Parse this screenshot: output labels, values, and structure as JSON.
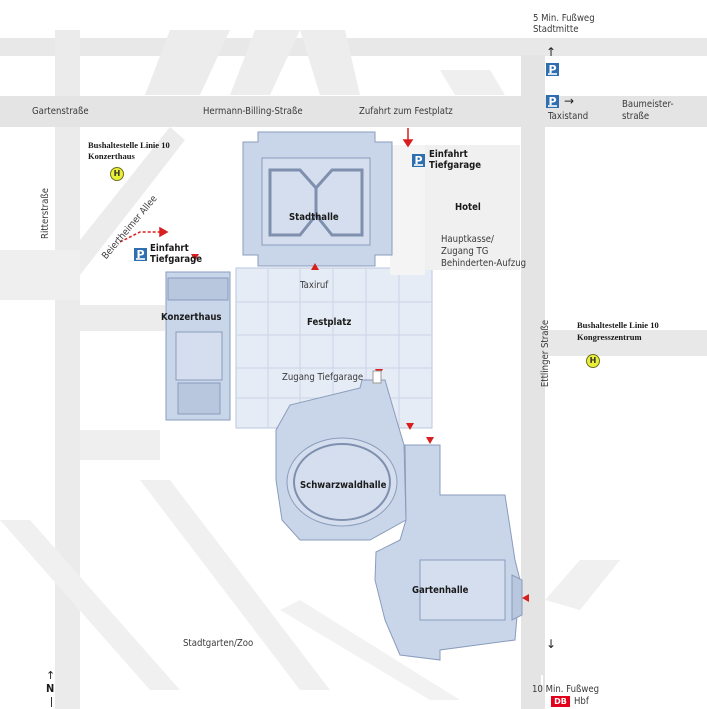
{
  "streets": {
    "gartenstrasse": "Gartenstraße",
    "hermann_billing": "Hermann-Billing-Straße",
    "zufahrt_festplatz": "Zufahrt zum Festplatz",
    "baumeister_line1": "Baumeister-",
    "baumeister_line2": "straße",
    "ritterstrasse": "Ritterstraße",
    "beiertheimer_allee": "Beiertheimer Allee",
    "ettlinger_strasse": "Ettlinger Straße"
  },
  "buildings": {
    "stadthalle": "Stadthalle",
    "konzerthaus": "Konzerthaus",
    "festplatz": "Festplatz",
    "schwarzwaldhalle": "Schwarzwaldhalle",
    "gartenhalle": "Gartenhalle",
    "hotel": "Hotel"
  },
  "parking": {
    "icon_letter": "P",
    "east_line1": "Einfahrt",
    "east_line2": "Tiefgarage",
    "west_line1": "Einfahrt",
    "west_line2": "Tiefgarage"
  },
  "bus_stops": {
    "icon_letter": "H",
    "konzerthaus_line1": "Bushaltestelle Linie 10",
    "konzerthaus_line2": "Konzerthaus",
    "kongress_line1": "Bushaltestelle Linie 10",
    "kongress_line2": "Kongresszentrum"
  },
  "labels": {
    "taxiruf": "Taxiruf",
    "zugang_tiefgarage": "Zugang Tiefgarage",
    "hauptkasse_line1": "Hauptkasse/",
    "hauptkasse_line2": "Zugang TG",
    "hauptkasse_line3": "Behinderten-Aufzug",
    "taxistand": "Taxistand",
    "stadtgarten_zoo": "Stadtgarten/Zoo",
    "top_walk_line1": "5 Min. Fußweg",
    "top_walk_line2": "Stadtmitte",
    "bottom_walk": "10 Min. Fußweg",
    "db_logo": "DB",
    "hbf": "Hbf",
    "north": "N"
  },
  "arrows": {
    "up": "↑",
    "right": "→",
    "down": "↓"
  },
  "colors": {
    "street": "#e8e8e8",
    "building": "#c9d6ea",
    "building_outline": "#8a9cbc",
    "festplatz": "#e6ecf6",
    "parking_blue": "#2f6fb0",
    "marker_red": "#d81e1e",
    "bus_yellow": "#e9ef35",
    "db_red": "#e2001a"
  }
}
